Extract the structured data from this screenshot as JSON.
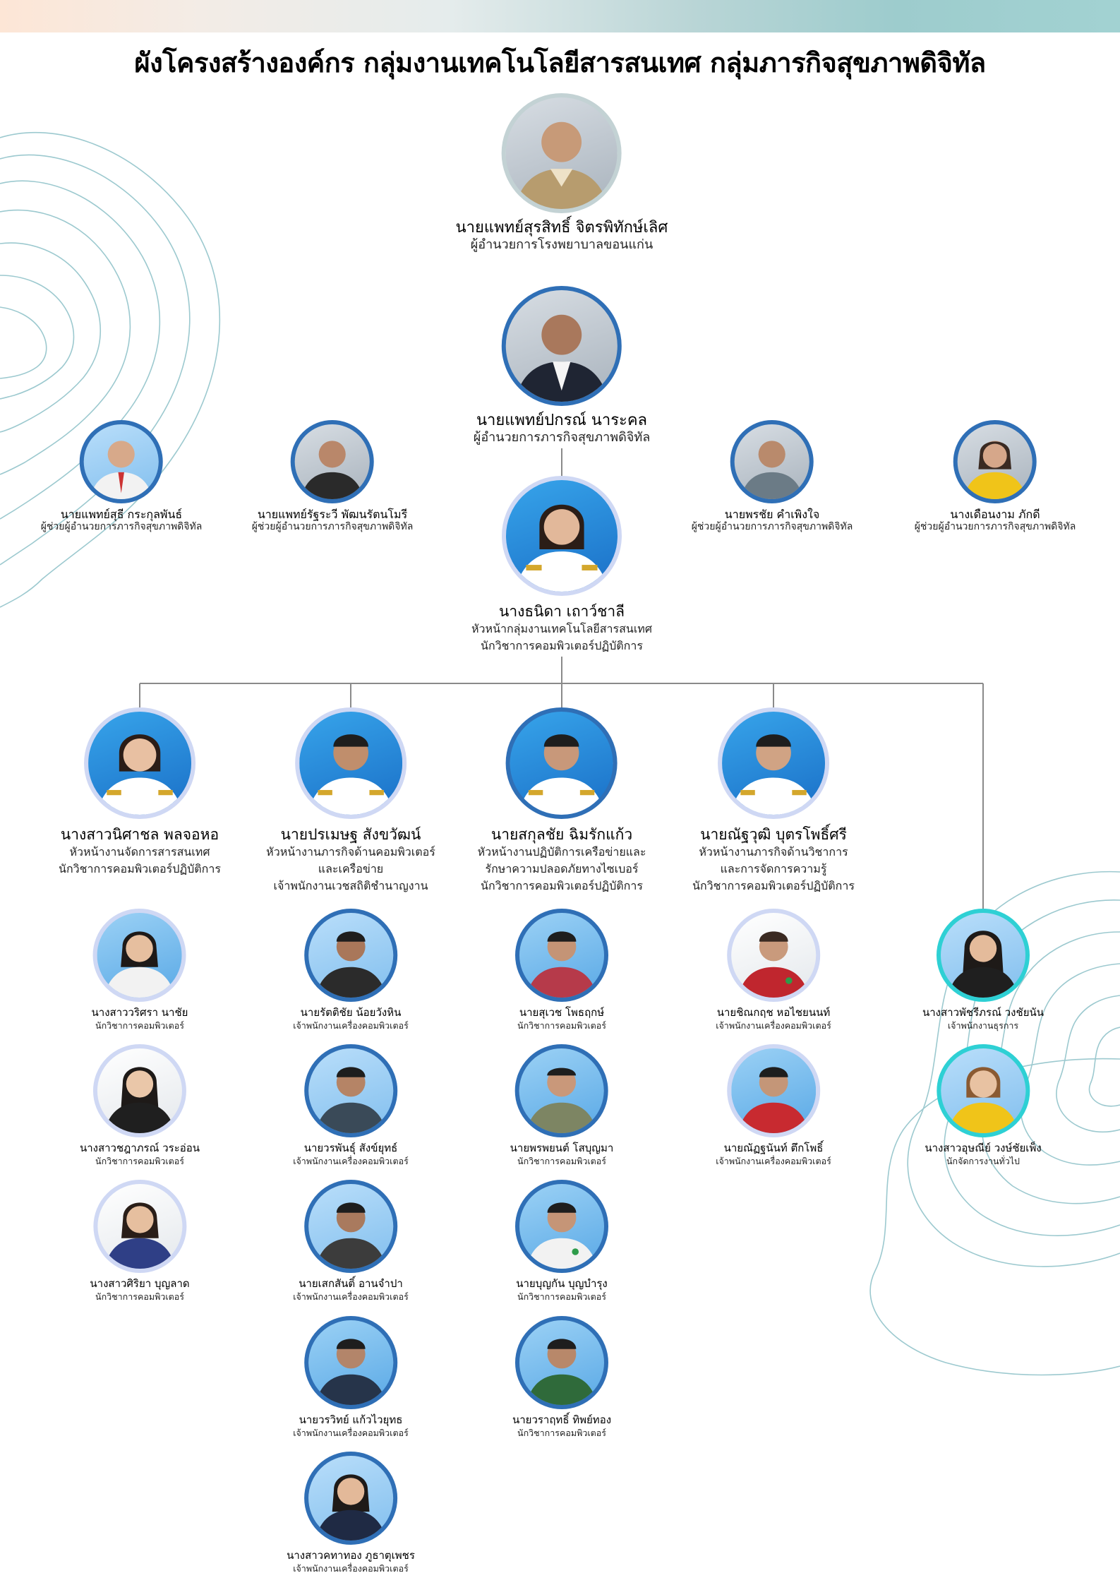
{
  "title": "ผังโครงสร้างองค์กร กลุ่มงานเทคโนโลยีสารสนเทศ กลุ่มภารกิจสุขภาพดิจิทัล",
  "director": {
    "name": "นายแพทย์สุรสิทธิ์ จิตรพิทักษ์เลิศ",
    "role": "ผู้อำนวยการโรงพยาบาลขอนแก่น"
  },
  "deputy": {
    "name": "นายแพทย์ปกรณ์ นาระคล",
    "role": "ผู้อำนวยการภารกิจสุขภาพดิจิทัล"
  },
  "assistants": [
    {
      "name": "นายแพทย์สุธี กระกุลพันธ์",
      "role": "ผู้ช่วยผู้อำนวยการภารกิจสุขภาพดิจิทัล"
    },
    {
      "name": "นายแพทย์รัฐระวี พัฒนรัตนโมรี",
      "role": "ผู้ช่วยผู้อำนวยการภารกิจสุขภาพดิจิทัล"
    },
    {
      "name": "นายพรชัย คำเพิงใจ",
      "role": "ผู้ช่วยผู้อำนวยการภารกิจสุขภาพดิจิทัล"
    },
    {
      "name": "นางเดือนงาม  ภักดี",
      "role": "ผู้ช่วยผู้อำนวยการภารกิจสุขภาพดิจิทัล"
    }
  ],
  "head": {
    "name": "นางธนิดา เถาว์ชาลี",
    "role1": "หัวหน้ากลุ่มงานเทคโนโลยีสารสนเทศ",
    "role2": "นักวิชาการคอมพิวเตอร์ปฏิบัติการ"
  },
  "leads": [
    {
      "name": "นางสาวนิศาชล พลจอหอ",
      "role1": "หัวหน้างานจัดการสารสนเทศ",
      "role2": "นักวิชาการคอมพิวเตอร์ปฏิบัติการ",
      "role3": ""
    },
    {
      "name": "นายปรเมษฐ สังขวัฒน์",
      "role1": "หัวหน้างานภารกิจด้านคอมพิวเตอร์",
      "role2": "และเครือข่าย",
      "role3": "เจ้าพนักงานเวชสถิติชำนาญงาน"
    },
    {
      "name": "นายสกุลชัย ฉิมรักแก้ว",
      "role1": "หัวหน้างานปฏิบัติการเครือข่ายและ",
      "role2": "รักษาความปลอดภัยทางไซเบอร์",
      "role3": "นักวิชาการคอมพิวเตอร์ปฏิบัติการ"
    },
    {
      "name": "นายณัฐวุฒิ บุตรโพธิ์ศรี",
      "role1": "หัวหน้างานภารกิจด้านวิชาการ",
      "role2": "และการจัดการความรู้",
      "role3": "นักวิชาการคอมพิวเตอร์ปฏิบัติการ"
    }
  ],
  "columns": [
    [
      {
        "name": "นางสาววริศรา นาชัย",
        "role": "นักวิชาการคอมพิวเตอร์"
      },
      {
        "name": "นางสาวชฎาภรณ์ วระอ่อน",
        "role": "นักวิชาการคอมพิวเตอร์"
      },
      {
        "name": "นางสาวศิริยา บุญลาด",
        "role": "นักวิชาการคอมพิวเตอร์"
      }
    ],
    [
      {
        "name": "นายรัตติชัย น้อยวังหิน",
        "role": "เจ้าพนักงานเครื่องคอมพิวเตอร์"
      },
      {
        "name": "นายวรพันธุ์ สังข์ยุทธ์",
        "role": "เจ้าพนักงานเครื่องคอมพิวเตอร์"
      },
      {
        "name": "นายเสกสันติ์ อานจำปา",
        "role": "เจ้าพนักงานเครื่องคอมพิวเตอร์"
      },
      {
        "name": "นายวรวิทย์ แก้วไวยุทธ",
        "role": "เจ้าพนักงานเครื่องคอมพิวเตอร์"
      },
      {
        "name": "นางสาวคทาทอง ภูธาตุเพชร",
        "role": "เจ้าพนักงานเครื่องคอมพิวเตอร์"
      }
    ],
    [
      {
        "name": "นายสุเวช โพธฤกษ์",
        "role": "นักวิชาการคอมพิวเตอร์"
      },
      {
        "name": "นายพรพยนต์ โสบุญมา",
        "role": "นักวิชาการคอมพิวเตอร์"
      },
      {
        "name": "นายบุญกัน บุญบำรุง",
        "role": "นักวิชาการคอมพิวเตอร์"
      },
      {
        "name": "นายวราฤทธิ์ ทิพย์ทอง",
        "role": "นักวิชาการคอมพิวเตอร์"
      }
    ],
    [
      {
        "name": "นายชิณกฤช หอไชยนนท์",
        "role": "เจ้าพนักงานเครื่องคอมพิวเตอร์"
      },
      {
        "name": "นายณัฏฐนันท์ ตึกโพธิ์",
        "role": "เจ้าพนักงานเครื่องคอมพิวเตอร์"
      }
    ],
    [
      {
        "name": "นางสาวพัชรีภรณ์ วงชัยนัน",
        "role": "เจ้าพนักงานธุรการ"
      },
      {
        "name": "นางสาวอุษณีย์ วงษ์ชัยเพ็ง",
        "role": "นักจัดการงานทั่วไป"
      }
    ]
  ],
  "colors": {
    "accent": "#2f6fb6",
    "connector": "#8a8a8a",
    "light_ring": "#cfd8f4",
    "cyan_ring": "#2ed0d4",
    "topbar": "#9dcccd"
  }
}
